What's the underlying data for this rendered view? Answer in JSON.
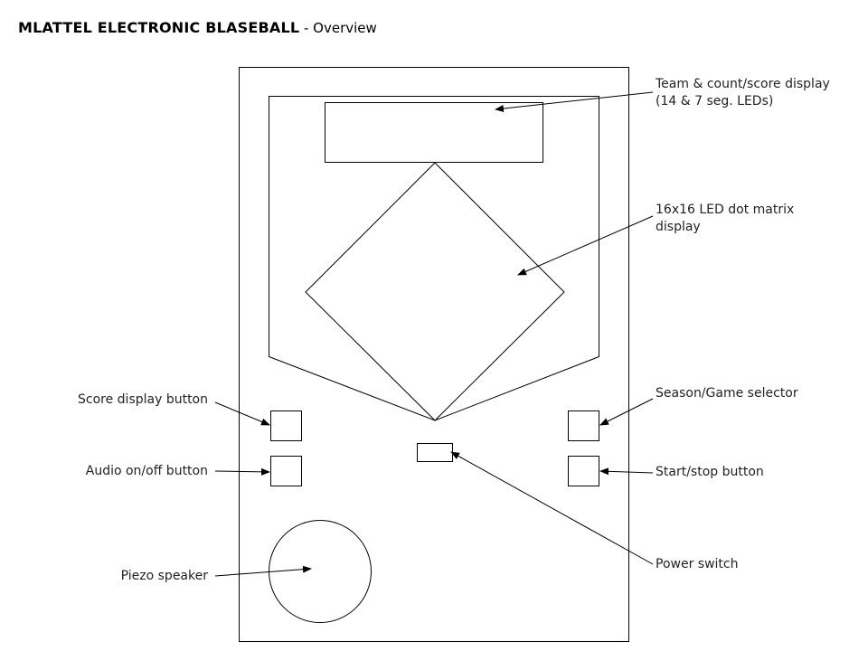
{
  "title": {
    "bold": "MLATTEL ELECTRONIC BLASEBALL",
    "rest": " - Overview"
  },
  "labels": {
    "team_display": {
      "line1": "Team & count/score display",
      "line2": "(14 & 7 seg. LEDs)"
    },
    "matrix_display": {
      "line1": "16x16 LED dot matrix",
      "line2": "display"
    },
    "season_selector": "Season/Game selector",
    "start_stop": "Start/stop button",
    "power_switch": "Power switch",
    "score_button": "Score display button",
    "audio_button": "Audio on/off button",
    "piezo_speaker": "Piezo speaker"
  }
}
